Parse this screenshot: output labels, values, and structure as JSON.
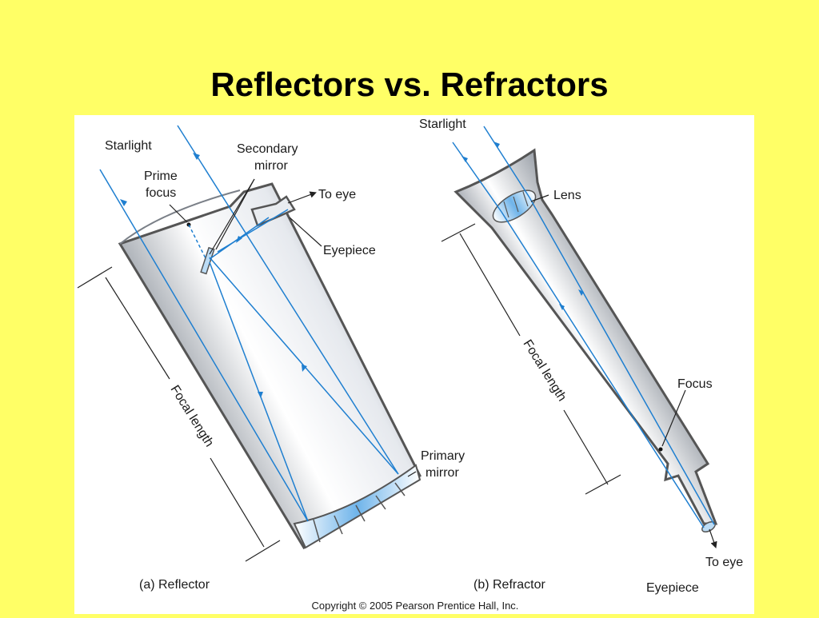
{
  "title": "Reflectors vs. Refractors",
  "reflector": {
    "starlight": "Starlight",
    "prime_focus_1": "Prime",
    "prime_focus_2": "focus",
    "secondary_mirror_1": "Secondary",
    "secondary_mirror_2": "mirror",
    "to_eye": "To eye",
    "eyepiece": "Eyepiece",
    "focal_length": "Focal length",
    "primary_mirror_1": "Primary",
    "primary_mirror_2": "mirror",
    "caption": "(a) Reflector"
  },
  "refractor": {
    "starlight": "Starlight",
    "lens": "Lens",
    "focal_length": "Focal length",
    "focus": "Focus",
    "to_eye": "To eye",
    "eyepiece": "Eyepiece",
    "caption": "(b) Refractor"
  },
  "copyright": "Copyright © 2005 Pearson Prentice Hall, Inc.",
  "colors": {
    "background": "#ffff66",
    "light_ray": "#1f7fd0",
    "tube_outline": "#555555"
  }
}
